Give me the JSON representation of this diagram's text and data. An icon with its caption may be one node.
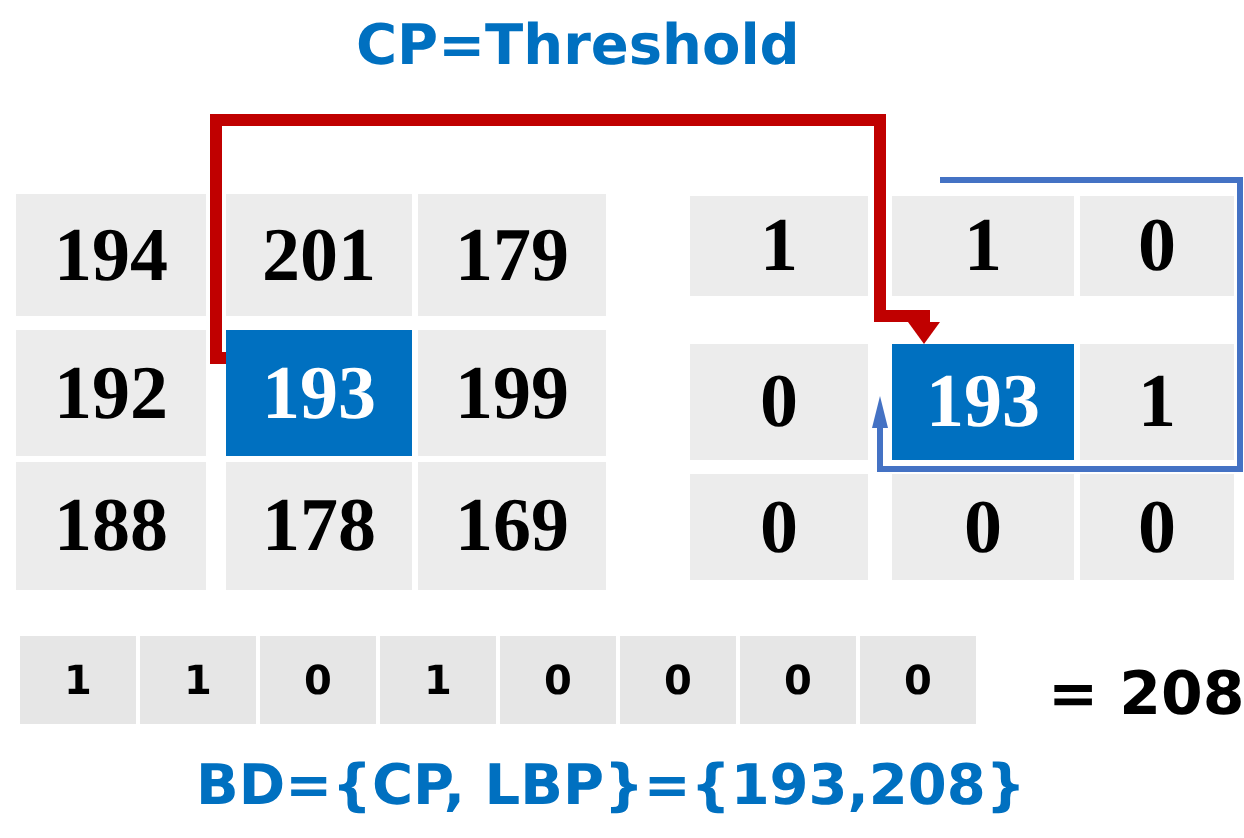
{
  "diagram": {
    "nodes": [
      {
        "text": [
          "194"
        ]
      },
      {
        "text": [
          "201"
        ]
      },
      {
        "text": [
          "179"
        ]
      },
      {
        "text": [
          "192"
        ]
      },
      {
        "text": [
          "193"
        ]
      },
      {
        "text": [
          "199"
        ]
      },
      {
        "text": [
          "188"
        ]
      },
      {
        "text": [
          "178"
        ]
      },
      {
        "text": [
          "169"
        ]
      },
      {
        "text": [
          "1"
        ]
      },
      {
        "text": [
          "1"
        ]
      },
      {
        "text": [
          "0"
        ]
      },
      {
        "text": [
          "0"
        ]
      },
      {
        "text": [
          "193"
        ]
      },
      {
        "text": [
          "1"
        ]
      },
      {
        "text": [
          "0"
        ]
      },
      {
        "text": [
          "0"
        ]
      },
      {
        "text": [
          "0"
        ]
      },
      {
        "text": [
          "1"
        ]
      },
      {
        "text": [
          "1"
        ]
      },
      {
        "text": [
          "0"
        ]
      },
      {
        "text": [
          "1"
        ]
      },
      {
        "text": [
          "0"
        ]
      },
      {
        "text": [
          "0"
        ]
      },
      {
        "text": [
          "0"
        ]
      },
      {
        "text": [
          "0"
        ]
      }
    ],
    "edges": [
      {
        "from": 4,
        "to": 13,
        "arrow": "to",
        "label": "CP=Threshold",
        "color": "#c00000"
      }
    ],
    "labels": [
      "= 208",
      "BD={CP, LBP}={193,208}"
    ]
  }
}
